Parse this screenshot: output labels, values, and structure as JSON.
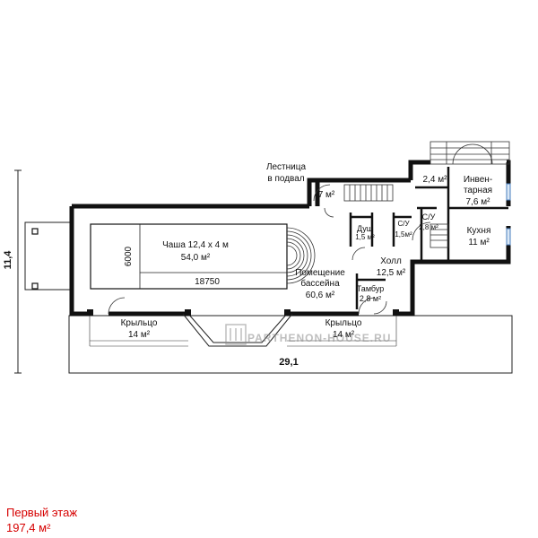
{
  "caption": {
    "floor_title": "Первый этаж",
    "total_area": "197,4 м²"
  },
  "dimensions": {
    "total_width": "29,1",
    "total_depth": "11,4",
    "pool_length": "18750",
    "pool_width": "6000"
  },
  "rooms": {
    "pool_bowl": {
      "name": "Чаша 12,4 х 4 м",
      "area": "54,0 м²"
    },
    "pool_room": {
      "line1": "Помещение",
      "line2": "бассейна",
      "area": "60,6 м²"
    },
    "stair_basement": {
      "line1": "Лестница",
      "line2": "в подвал"
    },
    "stair_area": {
      "area": "7 м²"
    },
    "small_room": {
      "area": "2,4 м²"
    },
    "storage": {
      "line1": "Инвен-",
      "line2": "тарная",
      "area": "7,6 м²"
    },
    "kitchen": {
      "name": "Кухня",
      "area": "11 м²"
    },
    "wc_upper": {
      "name": "С/У",
      "area": "2,8 м²"
    },
    "wc_lower": {
      "name": "С/У",
      "area": "1,5м²"
    },
    "shower": {
      "name": "Душ",
      "area": "1,5 м²"
    },
    "hall": {
      "name": "Холл",
      "area": "12,5 м²"
    },
    "vestibule": {
      "name": "Тамбур",
      "area": "2,8 м²"
    },
    "porch_left": {
      "name": "Крыльцо",
      "area": "14 м²"
    },
    "porch_right": {
      "name": "Крыльцо",
      "area": "14 м²"
    }
  },
  "watermark": "PARTHENON-HOUSE.RU"
}
